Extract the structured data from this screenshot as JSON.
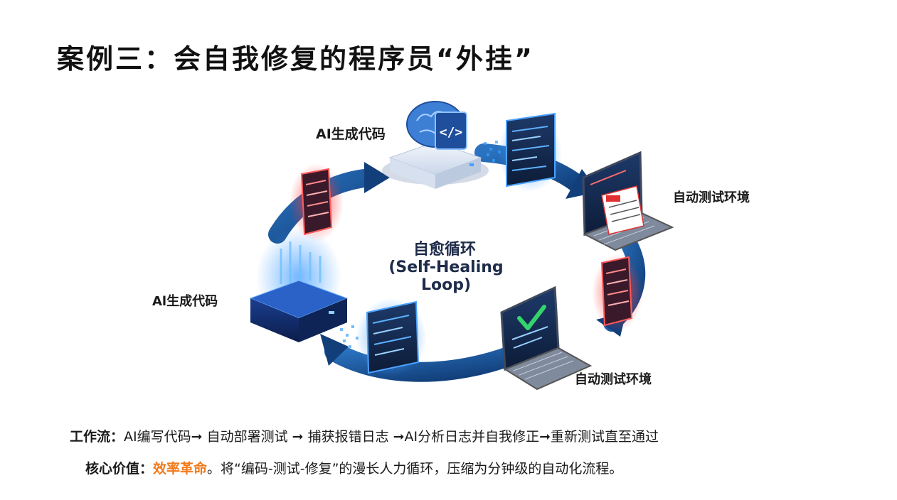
{
  "page": {
    "title": "案例三：会自我修复的程序员“外挂”"
  },
  "diagram": {
    "nodes": {
      "top": "AI生成代码",
      "right_upper": "自动测试环境",
      "right_lower": "自动测试环境",
      "left": "Al生成代码"
    },
    "center": {
      "cn": "自愈循环",
      "en": "(Self-Healing Loop)"
    },
    "colors": {
      "arrow": "#1d5fa6",
      "arrow_dark": "#123f7a",
      "glow_blue": "#2f8cff",
      "glow_red": "#ff3b3b"
    }
  },
  "footer": {
    "workflow_label": "工作流：",
    "workflow_text": "AI编写代码➞ 自动部署测试 ➞ 捕获报错日志 ➞AI分析日志并自我修正➞重新测试直至通过",
    "core_label": "核心价值：",
    "core_highlight": "效率革命",
    "core_text": "。将“编码-测试-修复”的漫长人力循环，压缩为分钟级的自动化流程。"
  }
}
